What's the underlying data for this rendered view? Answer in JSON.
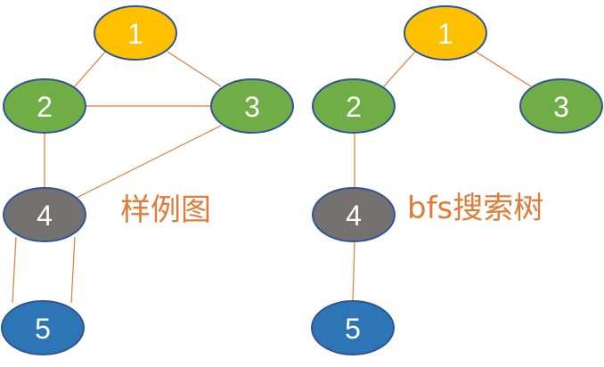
{
  "colors": {
    "edge": "#e07b39",
    "node_border": "#2f5597",
    "caption": "#e07b39",
    "label": "#ffffff"
  },
  "graphs": [
    {
      "id": "sample",
      "caption": "样例图",
      "nodes": [
        {
          "id": "1",
          "label": "1",
          "fill": "#ffc000"
        },
        {
          "id": "2",
          "label": "2",
          "fill": "#70ad47"
        },
        {
          "id": "3",
          "label": "3",
          "fill": "#70ad47"
        },
        {
          "id": "4",
          "label": "4",
          "fill": "#767171"
        },
        {
          "id": "5",
          "label": "5",
          "fill": "#2e75b6"
        }
      ],
      "edges": [
        {
          "from": "1",
          "to": "2"
        },
        {
          "from": "1",
          "to": "3"
        },
        {
          "from": "2",
          "to": "3"
        },
        {
          "from": "2",
          "to": "4"
        },
        {
          "from": "3",
          "to": "4"
        },
        {
          "from": "4",
          "to": "5",
          "variant": "left"
        },
        {
          "from": "4",
          "to": "5",
          "variant": "right"
        }
      ]
    },
    {
      "id": "bfs-tree",
      "caption": "bfs搜索树",
      "nodes": [
        {
          "id": "1",
          "label": "1",
          "fill": "#ffc000"
        },
        {
          "id": "2",
          "label": "2",
          "fill": "#70ad47"
        },
        {
          "id": "3",
          "label": "3",
          "fill": "#70ad47"
        },
        {
          "id": "4",
          "label": "4",
          "fill": "#767171"
        },
        {
          "id": "5",
          "label": "5",
          "fill": "#2e75b6"
        }
      ],
      "edges": [
        {
          "from": "1",
          "to": "2"
        },
        {
          "from": "1",
          "to": "3"
        },
        {
          "from": "2",
          "to": "4"
        },
        {
          "from": "4",
          "to": "5"
        }
      ]
    }
  ]
}
